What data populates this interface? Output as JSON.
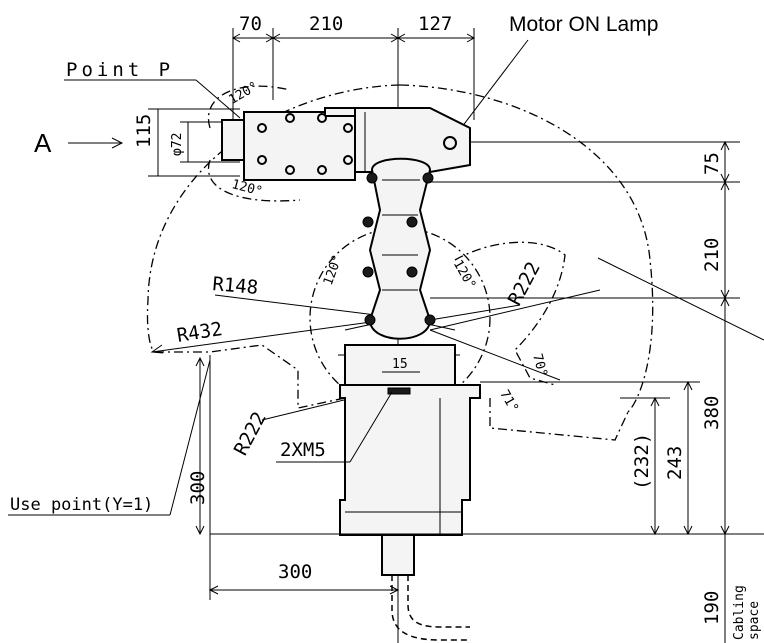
{
  "labels": {
    "motor_on_lamp": "Motor ON  Lamp",
    "point_p": "Point P",
    "view_a": "A",
    "use_point": "Use point(Y=1)",
    "cabling_space_1": "Cabling",
    "cabling_space_2": "space",
    "screw": "2XM5"
  },
  "dimensions": {
    "top_70": "70",
    "top_210": "210",
    "top_127": "127",
    "d115": "115",
    "phi72": "φ72",
    "r148": "R148",
    "r432": "R432",
    "r222_left": "R222",
    "r222_right": "R222",
    "d15": "15",
    "d300_vertical": "300",
    "d300_horizontal": "300",
    "right_75": "75",
    "right_210": "210",
    "right_380": "380",
    "right_232": "(232)",
    "right_243": "243",
    "right_190": "190"
  },
  "angles": {
    "a120_top": "120°",
    "a120_bottom": "120°",
    "a120_left": "120°",
    "a120_right": "120°",
    "a70": "70°",
    "a71": "71°"
  }
}
